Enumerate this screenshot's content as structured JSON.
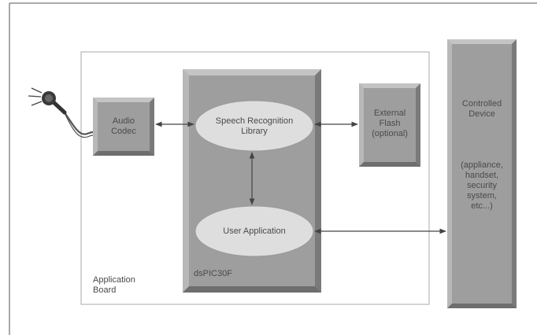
{
  "board": {
    "label_line1": "Application",
    "label_line2": "Board"
  },
  "mcu": {
    "label": "dsPIC30F"
  },
  "codec": {
    "line1": "Audio",
    "line2": "Codec"
  },
  "speech_lib": {
    "line1": "Speech Recognition",
    "line2": "Library"
  },
  "user_app": {
    "label": "User Application"
  },
  "flash": {
    "line1": "External",
    "line2": "Flash",
    "line3": "(optional)"
  },
  "device": {
    "title1": "Controlled",
    "title2": "Device",
    "examples": [
      "(appliance,",
      "handset,",
      "security",
      "system,",
      "etc...)"
    ]
  },
  "microphone": {
    "icon": "microphone-icon"
  },
  "colors": {
    "block_fill": "#9e9e9e",
    "block_light": "#c4c4c4",
    "block_dark": "#6e6e6e",
    "ellipse_fill": "#dedede",
    "line": "#444444"
  }
}
